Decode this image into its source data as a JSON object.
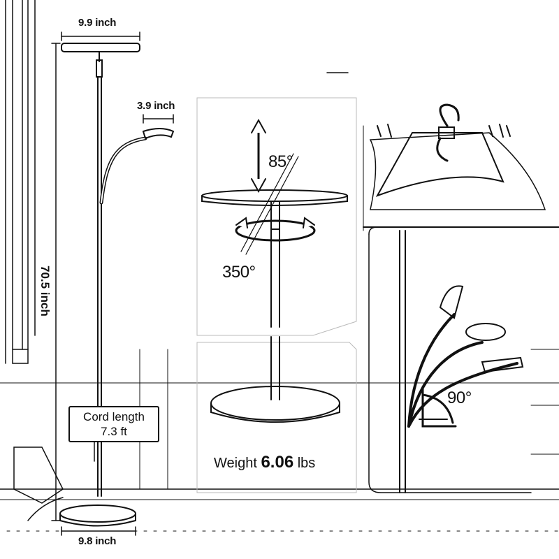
{
  "labels": {
    "top_width": "9.9 inch",
    "arm_width": "3.9 inch",
    "height": "70.5 inch",
    "base_width": "9.8 inch",
    "cord_line1": "Cord length",
    "cord_line2": "7.3 ft",
    "tilt_angle": "85°",
    "rotate_angle": "350°",
    "bend_angle": "90°",
    "weight_prefix": "Weight",
    "weight_value": "6.06",
    "weight_unit": "lbs"
  },
  "icons": [
    "rotate-arrow-icon",
    "tilt-arrow-icon",
    "bend-arrow-icon"
  ]
}
